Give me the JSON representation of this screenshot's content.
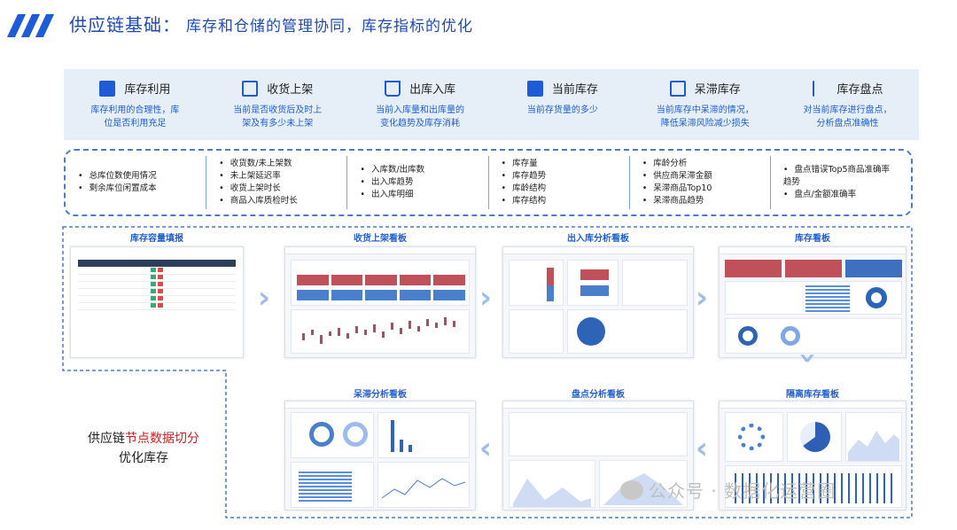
{
  "header": {
    "title": "供应链基础：",
    "subtitle": "库存和仓储的管理协同，库存指标的优化"
  },
  "categories": [
    {
      "icon": "warehouse-icon",
      "title": "库存利用",
      "desc_line1": "库存利用的合理性，库",
      "desc_line2": "位是否利用充足"
    },
    {
      "icon": "receipt-icon",
      "title": "收货上架",
      "desc_line1": "当前是否收货后及时上",
      "desc_line2": "架及有多少未上架"
    },
    {
      "icon": "cart-icon",
      "title": "出库入库",
      "desc_line1": "当前入库量和出库量的",
      "desc_line2": "变化趋势及库存消耗"
    },
    {
      "icon": "grid-icon",
      "title": "当前库存",
      "desc_line1": "当前存货量的多少",
      "desc_line2": ""
    },
    {
      "icon": "document-icon",
      "title": "呆滞库存",
      "desc_line1": "当前库存中呆滞的情况，",
      "desc_line2": "降低呆滞风险减少损失"
    },
    {
      "icon": "sort-icon",
      "title": "库存盘点",
      "desc_line1": "对当前库存进行盘点，",
      "desc_line2": "分析盘点准确性"
    }
  ],
  "details": [
    [
      "总库位数使用情况",
      "剩余库位闲置成本"
    ],
    [
      "收货数/未上架数",
      "未上架延迟率",
      "收货上架时长",
      "商品入库质检时长"
    ],
    [
      "入库数/出库数",
      "出入库趋势",
      "出入库明细"
    ],
    [
      "库存量",
      "库存趋势",
      "库龄结构",
      "库存结构"
    ],
    [
      "库龄分析",
      "供应商呆滞金额",
      "呆滞商品Top10",
      "呆滞商品趋势"
    ],
    [
      "盘点错误Top5商品准确率趋势",
      "盘点/金额准确率"
    ]
  ],
  "boards": {
    "b1": "库存容量填报",
    "b2": "收货上架看板",
    "b3": "出入库分析看板",
    "b4": "库存看板",
    "b5": "隔离库存看板",
    "b6": "盘点分析看板",
    "b7": "呆滞分析看板"
  },
  "side_text": {
    "line1_a": "供应链",
    "line1_b": "节点数据切分",
    "line2": "优化库存"
  },
  "watermark": "公众号 · 数据化运营圈",
  "colors": {
    "accent": "#1e5bd6",
    "label": "#1f5fd0",
    "highlight": "#d11b1b"
  }
}
